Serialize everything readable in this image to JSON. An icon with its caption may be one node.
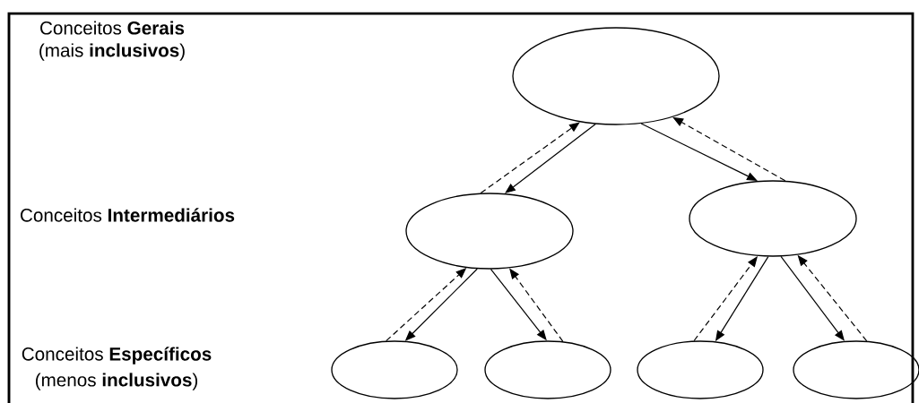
{
  "diagram": {
    "nodes": [
      {
        "text": [],
        "shape": "ellipse"
      },
      {
        "text": [],
        "shape": "ellipse"
      },
      {
        "text": [],
        "shape": "ellipse"
      },
      {
        "text": [],
        "shape": "ellipse"
      },
      {
        "text": [],
        "shape": "ellipse"
      },
      {
        "text": [],
        "shape": "ellipse"
      },
      {
        "text": [],
        "shape": "ellipse"
      }
    ],
    "edges": [
      {
        "from": 0,
        "to": 1,
        "arrow": "to"
      },
      {
        "from": 1,
        "to": 0,
        "arrow": "to",
        "style": "dashed"
      },
      {
        "from": 0,
        "to": 2,
        "arrow": "to"
      },
      {
        "from": 2,
        "to": 0,
        "arrow": "to",
        "style": "dashed"
      },
      {
        "from": 1,
        "to": 3,
        "arrow": "to"
      },
      {
        "from": 3,
        "to": 1,
        "arrow": "to",
        "style": "dashed"
      },
      {
        "from": 1,
        "to": 4,
        "arrow": "to"
      },
      {
        "from": 4,
        "to": 1,
        "arrow": "to",
        "style": "dashed"
      },
      {
        "from": 2,
        "to": 5,
        "arrow": "to"
      },
      {
        "from": 5,
        "to": 2,
        "arrow": "to",
        "style": "dashed"
      },
      {
        "from": 2,
        "to": 6,
        "arrow": "to"
      },
      {
        "from": 6,
        "to": 2,
        "arrow": "to",
        "style": "dashed"
      }
    ],
    "labels": [
      "Conceitos **Gerais**",
      "(mais **inclusivos**)",
      "Conceitos **Intermediários**",
      "Conceitos **Específicos**",
      "(menos **inclusivos**)"
    ]
  }
}
